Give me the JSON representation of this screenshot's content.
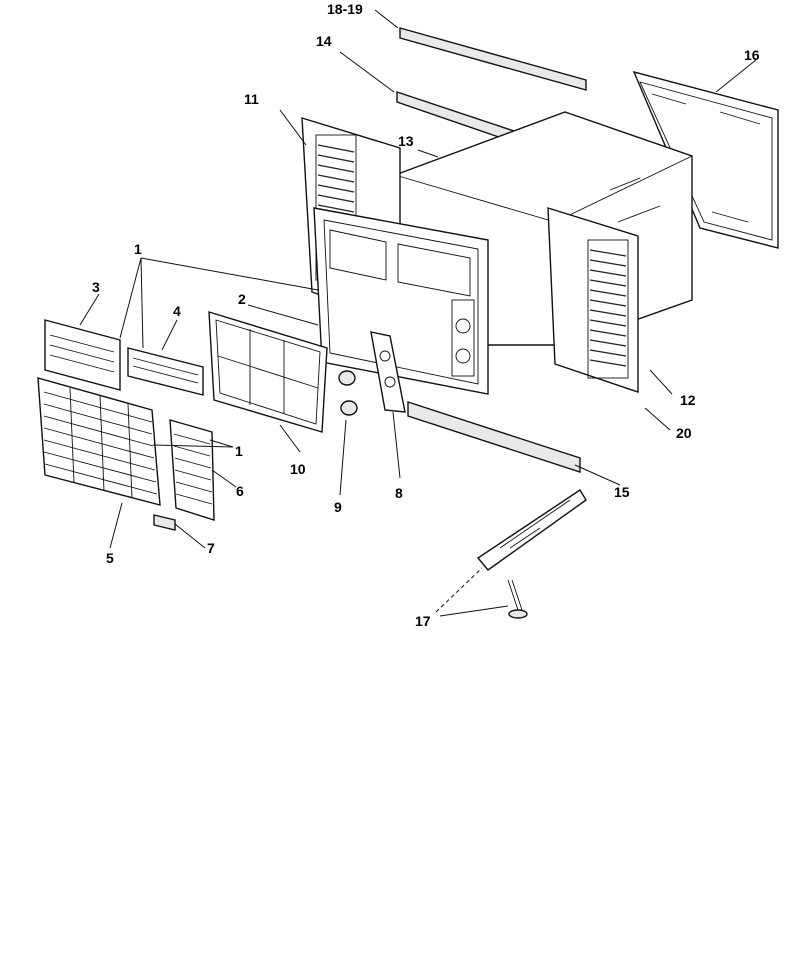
{
  "callouts": {
    "c1a": "1",
    "c1b": "1",
    "c2": "2",
    "c3": "3",
    "c4": "4",
    "c5": "5",
    "c6": "6",
    "c7": "7",
    "c8": "8",
    "c9": "9",
    "c10": "10",
    "c11": "11",
    "c12": "12",
    "c13": "13",
    "c14": "14",
    "c15": "15",
    "c16": "16",
    "c17": "17",
    "c1819": "18-19",
    "c20": "20"
  }
}
